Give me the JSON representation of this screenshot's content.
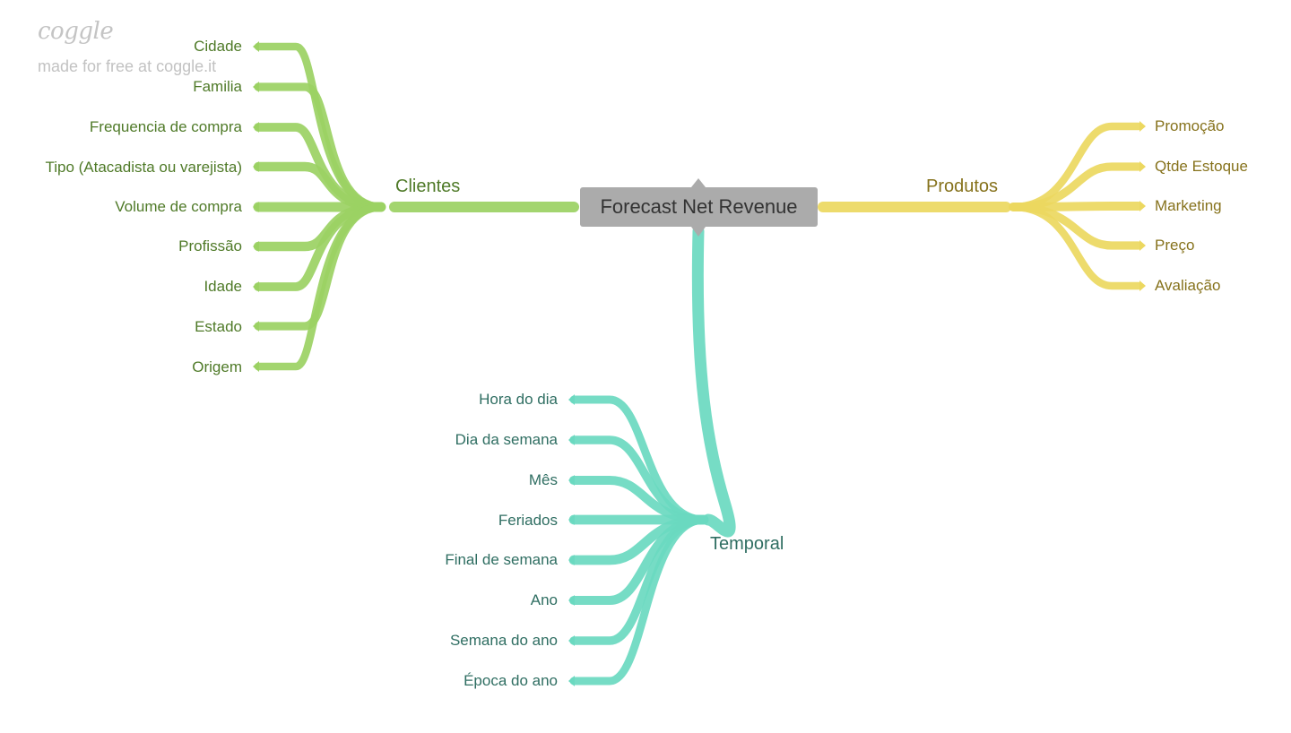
{
  "brand": {
    "logo": "coggle",
    "tagline": "made for free at coggle.it"
  },
  "root": {
    "label": "Forecast Net Revenue"
  },
  "colors": {
    "clientes": "#9bd163",
    "produtos": "#ecd860",
    "temporal": "#6ad9c0",
    "root_bg": "#ababab"
  },
  "branches": {
    "clientes": {
      "label": "Clientes",
      "children": [
        "Cidade",
        "Familia",
        "Frequencia de compra",
        "Tipo (Atacadista ou varejista)",
        "Volume de compra",
        "Profissão",
        "Idade",
        "Estado",
        "Origem"
      ]
    },
    "produtos": {
      "label": "Produtos",
      "children": [
        "Promoção",
        "Qtde Estoque",
        "Marketing",
        "Preço",
        "Avaliação"
      ]
    },
    "temporal": {
      "label": "Temporal",
      "children": [
        "Hora do dia",
        "Dia da semana",
        "Mês",
        "Feriados",
        "Final de semana",
        "Ano",
        "Semana do ano",
        "Época do ano"
      ]
    }
  }
}
